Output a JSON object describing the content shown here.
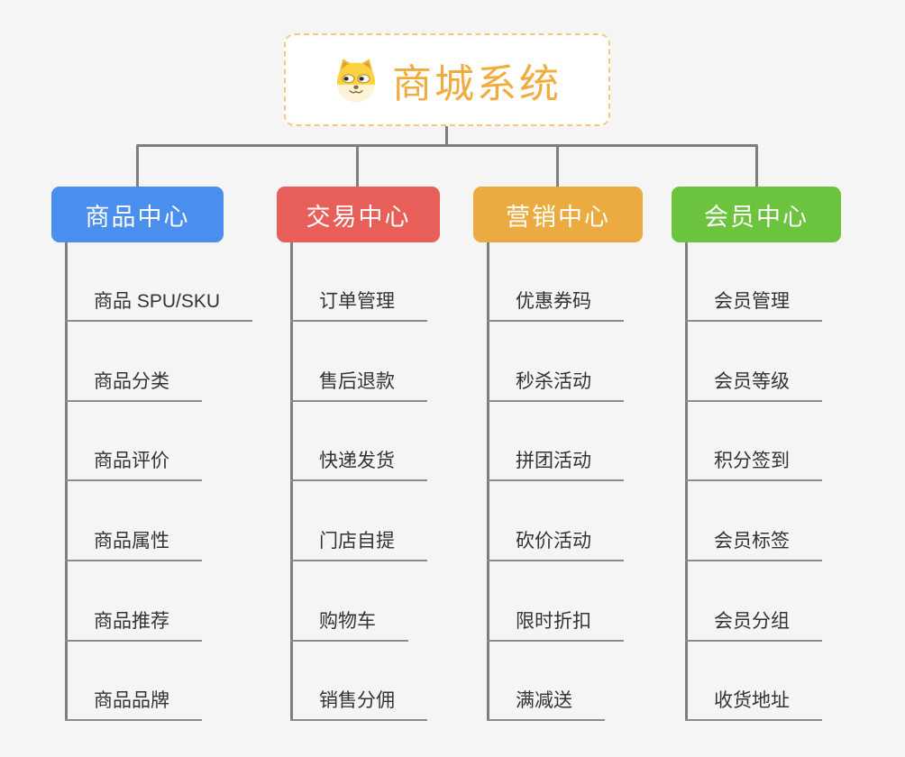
{
  "root": {
    "title": "商城系统",
    "icon": "doge-icon"
  },
  "branches": [
    {
      "label": "商品中心",
      "color": "#4a8fee",
      "items": [
        "商品 SPU/SKU",
        "商品分类",
        "商品评价",
        "商品属性",
        "商品推荐",
        "商品品牌"
      ]
    },
    {
      "label": "交易中心",
      "color": "#e85e59",
      "items": [
        "订单管理",
        "售后退款",
        "快递发货",
        "门店自提",
        "购物车",
        "销售分佣"
      ]
    },
    {
      "label": "营销中心",
      "color": "#ecab40",
      "items": [
        "优惠券码",
        "秒杀活动",
        "拼团活动",
        "砍价活动",
        "限时折扣",
        "满减送"
      ]
    },
    {
      "label": "会员中心",
      "color": "#6cc33d",
      "items": [
        "会员管理",
        "会员等级",
        "积分签到",
        "会员标签",
        "会员分组",
        "收货地址"
      ]
    }
  ],
  "colors": {
    "background": "#f5f5f5",
    "connector": "#7f7f7f",
    "underline": "#8c8c8c",
    "root_text": "#f0ac3e",
    "root_border": "#f5c87e",
    "item_text": "#333333"
  }
}
